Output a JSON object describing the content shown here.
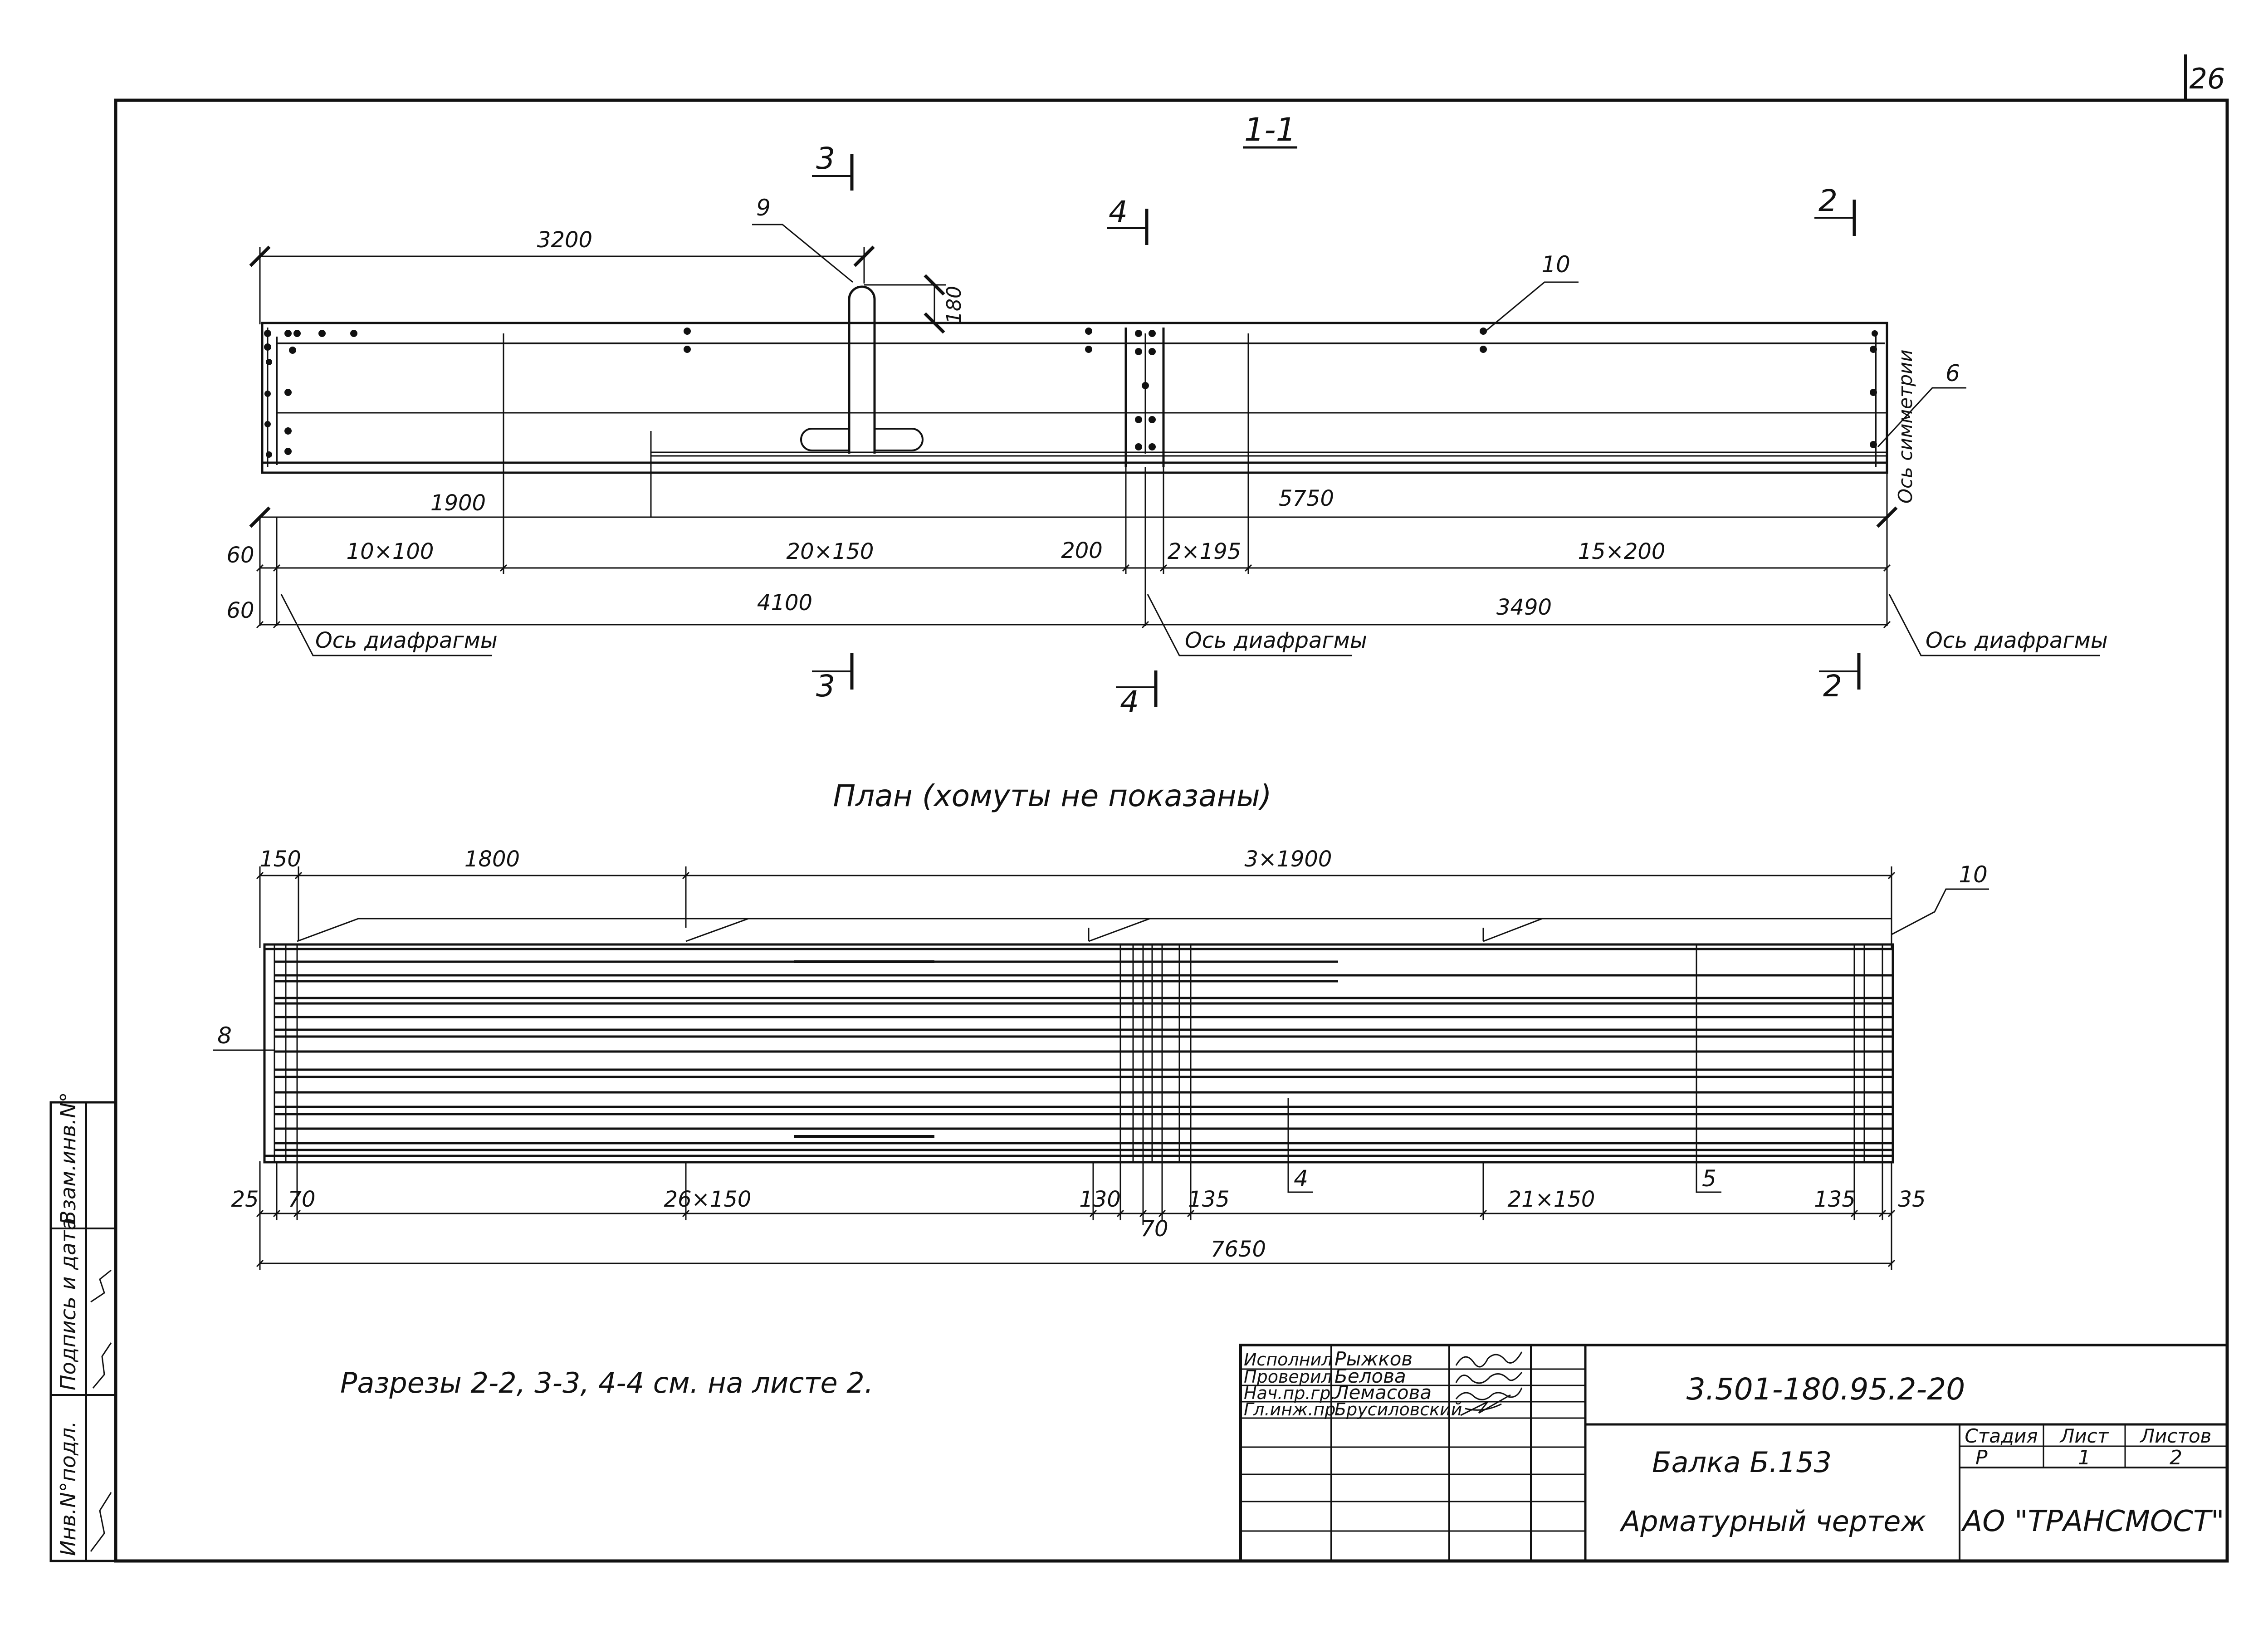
{
  "sheet_number": "26",
  "section_1_1": {
    "title": "1-1",
    "cut_markers": {
      "m3": "3",
      "m4": "4",
      "m2": "2"
    },
    "dims_top": {
      "d3200": "3200",
      "d180": "180"
    },
    "callouts": {
      "c9": "9",
      "c10": "10",
      "c6": "6"
    },
    "symmetry_axis": "Ось симметрии",
    "dims_row1": {
      "d1900": "1900",
      "d5750": "5750"
    },
    "dims_row2": {
      "d60": "60",
      "d10x100": "10×100",
      "d20x150": "20×150",
      "d200": "200",
      "d2x195": "2×195",
      "d15x200": "15×200"
    },
    "dims_row3": {
      "d60": "60",
      "d4100": "4100",
      "d3490": "3490"
    },
    "diaphragm_axis_label": "Ось диафрагмы"
  },
  "plan": {
    "title": "План (хомуты не показаны)",
    "dims_top": {
      "d150": "150",
      "d1800": "1800",
      "d3x1900": "3×1900"
    },
    "callouts": {
      "c10": "10",
      "c8": "8",
      "c4": "4",
      "c5": "5"
    },
    "dims_bottom": {
      "d25": "25",
      "d70a": "70",
      "d26x150": "26×150",
      "d130": "130",
      "d70b": "70",
      "d135a": "135",
      "d21x150": "21×150",
      "d135b": "135",
      "d35": "35",
      "d7650": "7650"
    }
  },
  "note": "Разрезы 2-2, 3-3, 4-4 см. на листе 2.",
  "side_stamp": {
    "col1": "Инв.N°подл.",
    "col2": "Подпись и дата",
    "col3": "Взам.инв.N°"
  },
  "title_block": {
    "roles": [
      "Исполнил",
      "Проверил",
      "Нач.пр.гр.",
      "Гл.инж.пр."
    ],
    "names": [
      "Рыжков",
      "Белова",
      "Лемасова",
      "Брусиловский"
    ],
    "doc_code": "3.501-180.95.2-20",
    "object_name": "Балка Б.153",
    "drawing_type": "Арматурный чертеж",
    "stage_header": "Стадия",
    "sheet_header": "Лист",
    "sheets_header": "Листов",
    "stage": "Р",
    "sheet": "1",
    "sheets": "2",
    "organization": "АО \"ТРАНСМОСТ\""
  }
}
